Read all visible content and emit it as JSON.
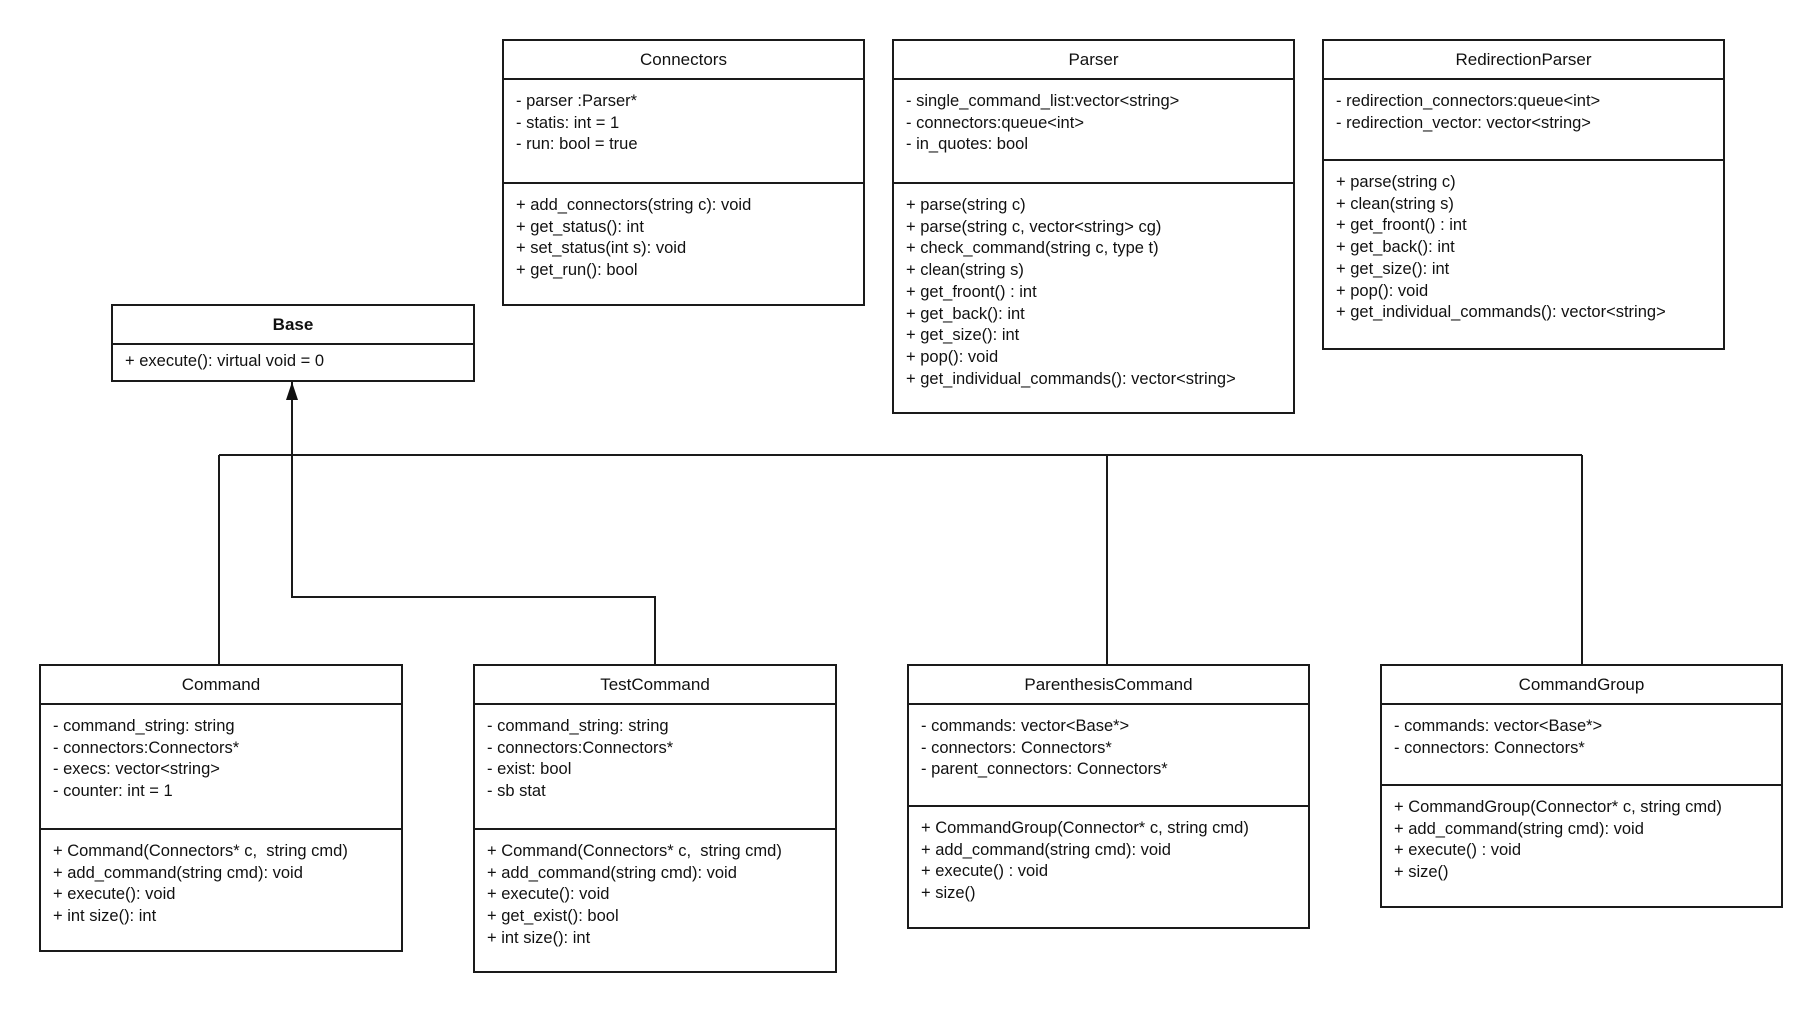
{
  "diagram": {
    "classes": [
      {
        "id": "connectors",
        "name": "Connectors",
        "attributes": [
          "- parser :Parser*",
          "- statis: int = 1",
          "- run: bool = true"
        ],
        "methods": [
          "+ add_connectors(string c): void",
          "+ get_status(): int",
          "+ set_status(int s): void",
          "+ get_run(): bool"
        ]
      },
      {
        "id": "parser",
        "name": "Parser",
        "attributes": [
          "- single_command_list:vector<string>",
          "- connectors:queue<int>",
          "- in_quotes: bool"
        ],
        "methods": [
          "+ parse(string c)",
          "+ parse(string c, vector<string> cg)",
          "+ check_command(string c, type t)",
          "+ clean(string s)",
          "+ get_froont() : int",
          "+ get_back(): int",
          "+ get_size(): int",
          "+ pop(): void",
          "+ get_individual_commands(): vector<string>"
        ]
      },
      {
        "id": "redirection-parser",
        "name": "RedirectionParser",
        "attributes": [
          "- redirection_connectors:queue<int>",
          "- redirection_vector: vector<string>"
        ],
        "methods": [
          "+ parse(string c)",
          "+ clean(string s)",
          "+ get_froont() : int",
          "+ get_back(): int",
          "+ get_size(): int",
          "+ pop(): void",
          "+ get_individual_commands(): vector<string>"
        ]
      },
      {
        "id": "base",
        "name": "Base",
        "attributes": [],
        "methods": [
          "+ execute(): virtual void = 0"
        ]
      },
      {
        "id": "command",
        "name": "Command",
        "attributes": [
          "- command_string: string",
          "- connectors:Connectors*",
          "- execs: vector<string>",
          "- counter: int = 1"
        ],
        "methods": [
          "+ Command(Connectors* c,  string cmd)",
          "+ add_command(string cmd): void",
          "+ execute(): void",
          "+ int size(): int"
        ]
      },
      {
        "id": "test-command",
        "name": "TestCommand",
        "attributes": [
          "- command_string: string",
          "- connectors:Connectors*",
          "- exist: bool",
          "- sb stat"
        ],
        "methods": [
          "+ Command(Connectors* c,  string cmd)",
          "+ add_command(string cmd): void",
          "+ execute(): void",
          "+ get_exist(): bool",
          "+ int size(): int"
        ]
      },
      {
        "id": "parenthesis-command",
        "name": "ParenthesisCommand",
        "attributes": [
          "- commands: vector<Base*>",
          "- connectors: Connectors*",
          "- parent_connectors: Connectors*"
        ],
        "methods": [
          "+ CommandGroup(Connector* c, string cmd)",
          "+ add_command(string cmd): void",
          "+ execute() : void",
          "+ size()"
        ]
      },
      {
        "id": "command-group",
        "name": "CommandGroup",
        "attributes": [
          "- commands: vector<Base*>",
          "- connectors: Connectors*"
        ],
        "methods": [
          "+ CommandGroup(Connector* c, string cmd)",
          "+ add_command(string cmd): void",
          "+ execute() : void",
          "+ size()"
        ]
      }
    ]
  }
}
